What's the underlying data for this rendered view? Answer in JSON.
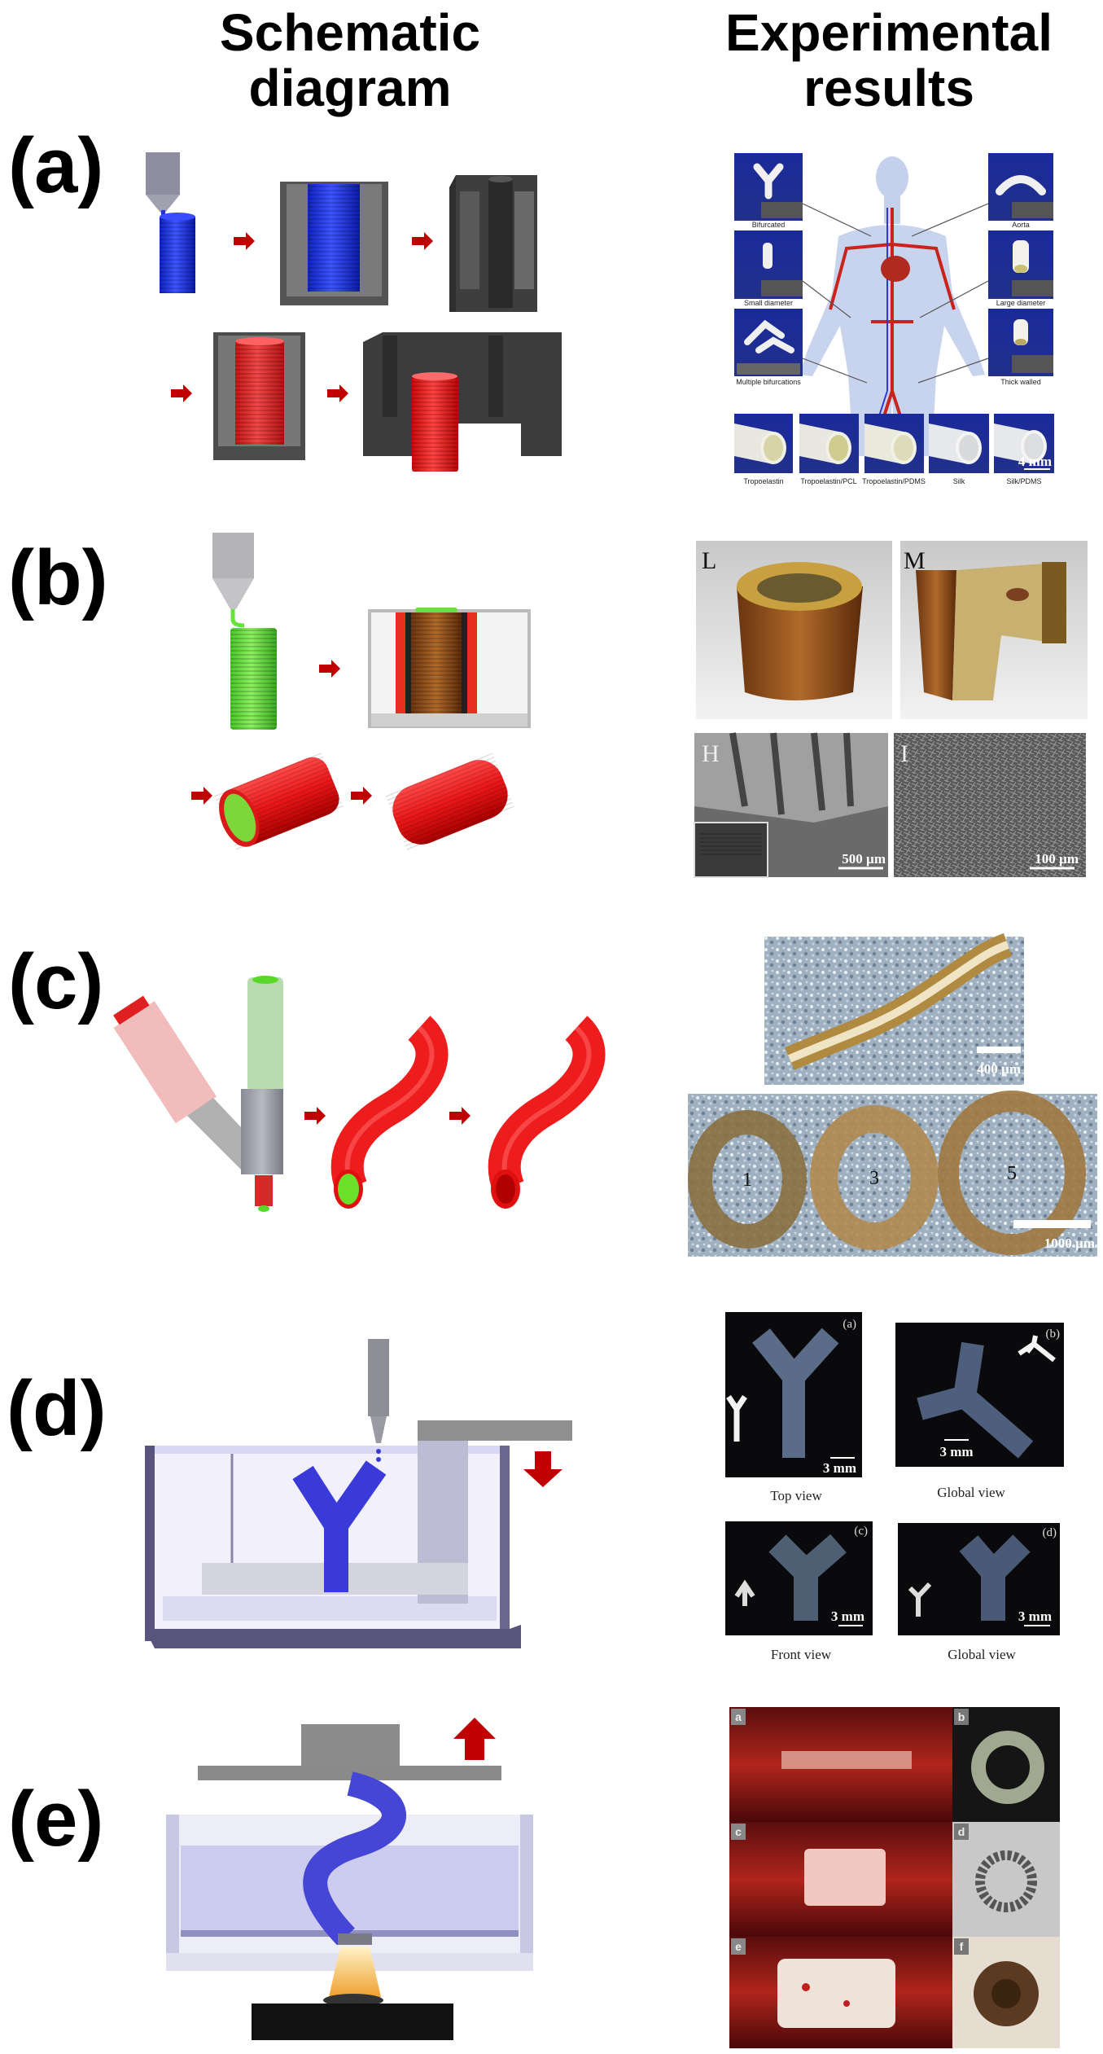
{
  "headers": {
    "schematic_line1": "Schematic",
    "schematic_line2": "diagram",
    "experimental_line1": "Experimental",
    "experimental_line2": "results"
  },
  "panel_labels": [
    "(a)",
    "(b)",
    "(c)",
    "(d)",
    "(e)"
  ],
  "panel_a": {
    "vessel_labels": [
      "Bifurcated",
      "Aorta",
      "Small diameter",
      "Large diameter",
      "Multiple bifurcations",
      "Thick walled"
    ],
    "tube_labels": [
      "Tropoelastin",
      "Tropoelastin/PCL",
      "Tropoelastin/PDMS",
      "Silk",
      "Silk/PDMS"
    ],
    "scale_bar": "4 mm"
  },
  "panel_b": {
    "subpanel_letters": [
      "L",
      "M",
      "H",
      "I"
    ],
    "scale_bars": [
      "500 µm",
      "100 µm"
    ]
  },
  "panel_c": {
    "scale_bars": [
      "400 µm",
      "1000 µm"
    ],
    "ring_numbers": [
      "1",
      "3",
      "5"
    ]
  },
  "panel_d": {
    "subpanel_letters": [
      "(a)",
      "(b)",
      "(c)",
      "(d)"
    ],
    "scale_bar": "3 mm",
    "view_labels": [
      "Top view",
      "Global view",
      "Front view",
      "Global view"
    ]
  },
  "panel_e": {
    "subpanel_letters": [
      "a",
      "b",
      "c",
      "d",
      "e",
      "f"
    ]
  },
  "colors": {
    "arrow_red": "#c00000",
    "ink_blue": "#2233e0",
    "ink_red": "#ff2a2a",
    "ink_green": "#66e23a",
    "resin_blue": "#4545d6"
  }
}
